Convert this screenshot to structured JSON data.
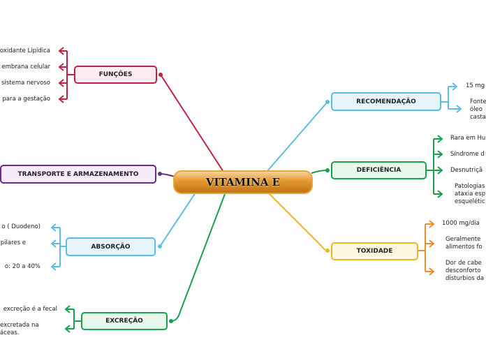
{
  "central": {
    "label": "VITAMINA E"
  },
  "branches": {
    "funcoes": {
      "label": "FUNÇÕES",
      "color": "#c0233f",
      "fill": "#fcebef",
      "items": [
        "oxidante Lipídica",
        "embrana celular",
        "sistema nervoso",
        "para a gestação"
      ]
    },
    "transporte": {
      "label": "TRANSPORTE E ARMAZENAMENTO",
      "color": "#6b2d86",
      "fill": "#f6eafb",
      "items": []
    },
    "absorcao": {
      "label": "ABSORÇÃO",
      "color": "#5bbde2",
      "fill": "#e6f5fc",
      "items": [
        "o ( Duodeno)",
        "pilares e",
        "o: 20 a 40%"
      ]
    },
    "excrecao": {
      "label": "EXCREÇÃO",
      "color": "#16a24a",
      "fill": "#e8f8ec",
      "items": [
        "excreção é a fecal",
        "excretada na\náceas."
      ]
    },
    "recomendacao": {
      "label": "RECOMENDAÇÃO",
      "color": "#5bbde2",
      "fill": "#e6f5fc",
      "items": [
        "15 mg",
        "Fonte\nóleo\ncasta"
      ]
    },
    "deficiencia": {
      "label": "DEFICIÊNCIA",
      "color": "#16a24a",
      "fill": "#e8f8ec",
      "items": [
        "Rara em Hu",
        "Síndrome d",
        "Desnutriçã",
        "Patologias\nataxia esp\nesquelétic"
      ]
    },
    "toxidade": {
      "label": "TOXIDADE",
      "color": "#f0b423",
      "fill": "#fef8e0",
      "leaf_arrow_color": "#ef8c2c",
      "items": [
        "1000 mg/dia",
        "Geralmente\nalimentos fo",
        "Dor de cabe\ndesconforto\ndisturbios da"
      ]
    }
  }
}
